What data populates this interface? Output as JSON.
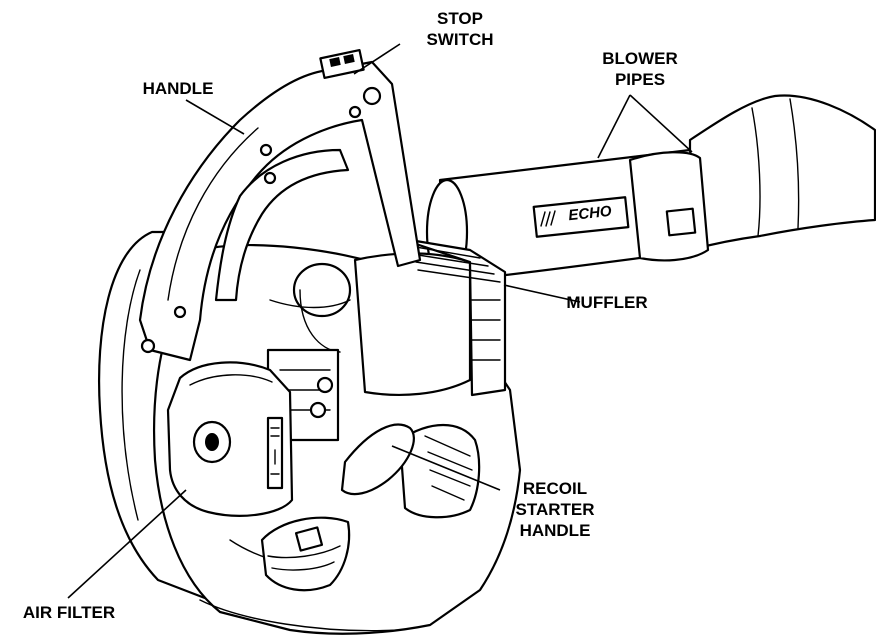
{
  "labels": {
    "stop_switch": [
      "STOP",
      "SWITCH"
    ],
    "blower_pipes": [
      "BLOWER",
      "PIPES"
    ],
    "handle": "HANDLE",
    "muffler": "MUFFLER",
    "recoil_starter_handle": [
      "RECOIL",
      "STARTER",
      "HANDLE"
    ],
    "air_filter": "AIR FILTER"
  },
  "brand": {
    "logo_text": "ECHO"
  },
  "colors": {
    "ink": "#000000",
    "background": "#ffffff"
  }
}
